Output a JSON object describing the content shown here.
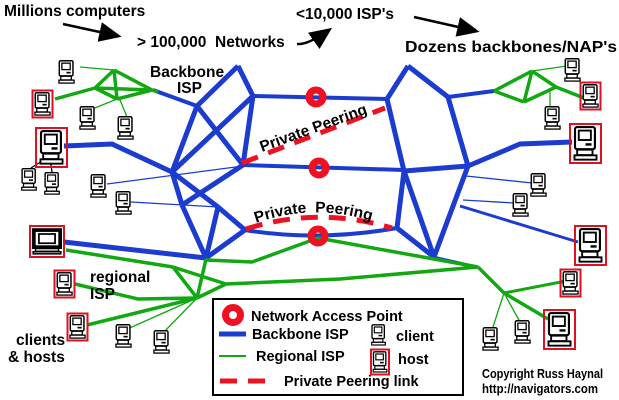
{
  "annotations": {
    "millions": "Millions computers",
    "networks": "> 100,000  Networks",
    "isps": "<10,000 ISP's",
    "backbones": "Dozens backbones/NAP's"
  },
  "labels": {
    "backbone_line1": "Backbone",
    "backbone_line2": "ISP",
    "private_peering_top": "Private Peering",
    "private_peering_bottom": "Private  Peering",
    "regional_line1": "regional",
    "regional_line2": "ISP",
    "clients_line1": "clients",
    "clients_line2": "& hosts"
  },
  "legend": {
    "nap": "Network Access Point",
    "backbone": "Backbone ISP",
    "regional": "Regional ISP",
    "peering": "Private Peering link",
    "client": "client",
    "host": "host"
  },
  "footer": {
    "copyright": "Copyright Russ Haynal",
    "url": "http://navigators.com"
  },
  "icons": {
    "nap": "red-donut-circle",
    "client": "classic-mac-computer",
    "host": "classic-mac-computer-red-border",
    "terminal_host": "dark-framed-monitor-red-border"
  },
  "colors": {
    "backbone_blue": "#1c3ccf",
    "regional_green": "#11a811",
    "nap_red": "#ee1122",
    "text": "#000000",
    "background": "#ffffff"
  }
}
